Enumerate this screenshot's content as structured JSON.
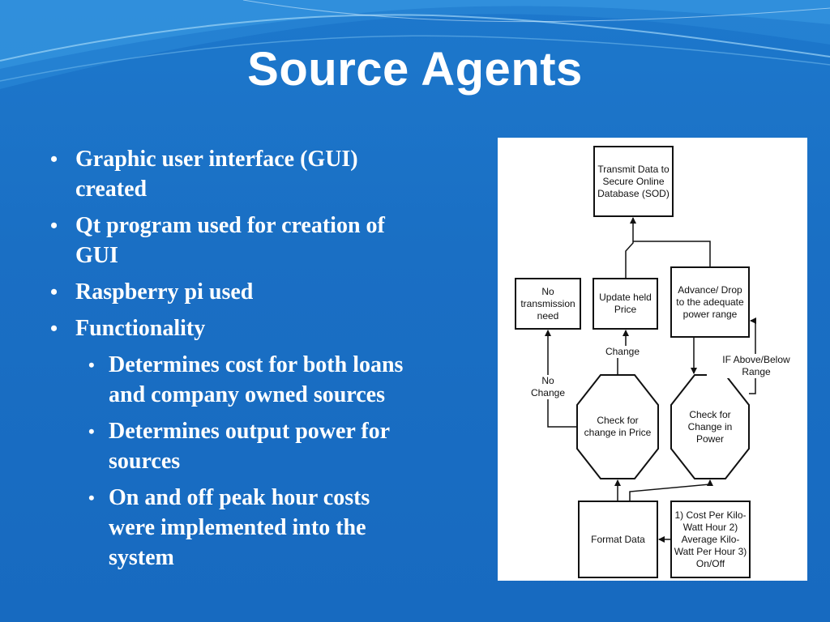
{
  "slide": {
    "title": "Source Agents",
    "bullets": [
      {
        "text": "Graphic user interface (GUI) created"
      },
      {
        "text": "Qt program used for creation of GUI"
      },
      {
        "text": "Raspberry pi used"
      },
      {
        "text": "Functionality",
        "sub": [
          {
            "text": "Determines cost for both loans and company owned sources"
          },
          {
            "text": "Determines output power for sources"
          },
          {
            "text": "On and off peak hour costs were implemented into the system"
          }
        ]
      }
    ]
  },
  "diagram": {
    "nodes": {
      "transmit": "Transmit Data to Secure Online Database (SOD)",
      "no_transmission": "No transmission need",
      "update_price": "Update held Price",
      "advance_drop": "Advance/ Drop to the adequate power range",
      "check_price": "Check for change in Price",
      "check_power": "Check for Change in Power",
      "format_data": "Format Data",
      "inputs": "1) Cost Per Kilo-Watt Hour 2) Average Kilo-Watt Per Hour 3) On/Off"
    },
    "edge_labels": {
      "change": "Change",
      "no_change": "No\nChange",
      "range": "IF Above/Below Range"
    }
  }
}
